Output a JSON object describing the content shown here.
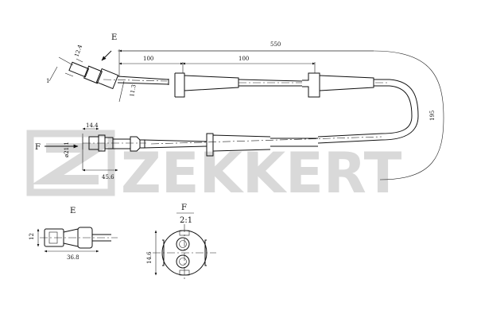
{
  "watermark": {
    "text": "ZEKKERT",
    "logo_icon": "zekkert-z-logo-icon"
  },
  "dimensions": {
    "total_length": "550",
    "seg_1": "100",
    "seg_2": "100",
    "loop_height": "195",
    "conn_a": "12.4",
    "conn_b": "11.3",
    "sensor_length_a": "14.4",
    "sensor_dia": "ø21.1",
    "sensor_length_b": "45.6",
    "detail_e_height": "12",
    "detail_e_length": "36.8",
    "detail_f_height": "14.6",
    "detail_f_scale": "2:1"
  },
  "labels": {
    "view_e": "E",
    "view_f_arrow": "F",
    "detail_e": "E",
    "detail_f": "F",
    "one": "1"
  }
}
